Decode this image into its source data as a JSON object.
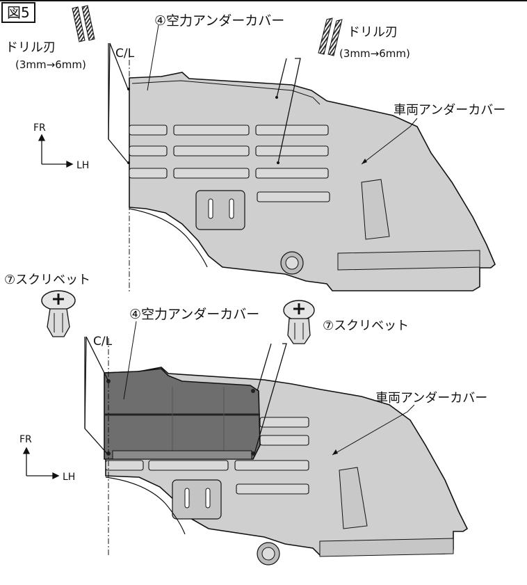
{
  "figure_number": "図5",
  "top_panel": {
    "center_line": "C/L",
    "drill_bit_left": "ドリル刃",
    "drill_bit_left_size": "(3mm→6mm)",
    "drill_bit_right": "ドリル刃",
    "drill_bit_right_size": "(3mm→6mm)",
    "aero_cover": "④空力アンダーカバー",
    "vehicle_cover": "車両アンダーカバー",
    "axis_fr": "FR",
    "axis_lh": "LH"
  },
  "bottom_panel": {
    "center_line": "C/L",
    "rivet_left": "⑦スクリベット",
    "rivet_right": "⑦スクリベット",
    "aero_cover": "④空力アンダーカバー",
    "vehicle_cover": "車両アンダーカバー",
    "axis_fr": "FR",
    "axis_lh": "LH"
  },
  "colors": {
    "panel_fill": "#cfcfcf",
    "aero_fill": "#6e6e6e",
    "line": "#111111"
  }
}
